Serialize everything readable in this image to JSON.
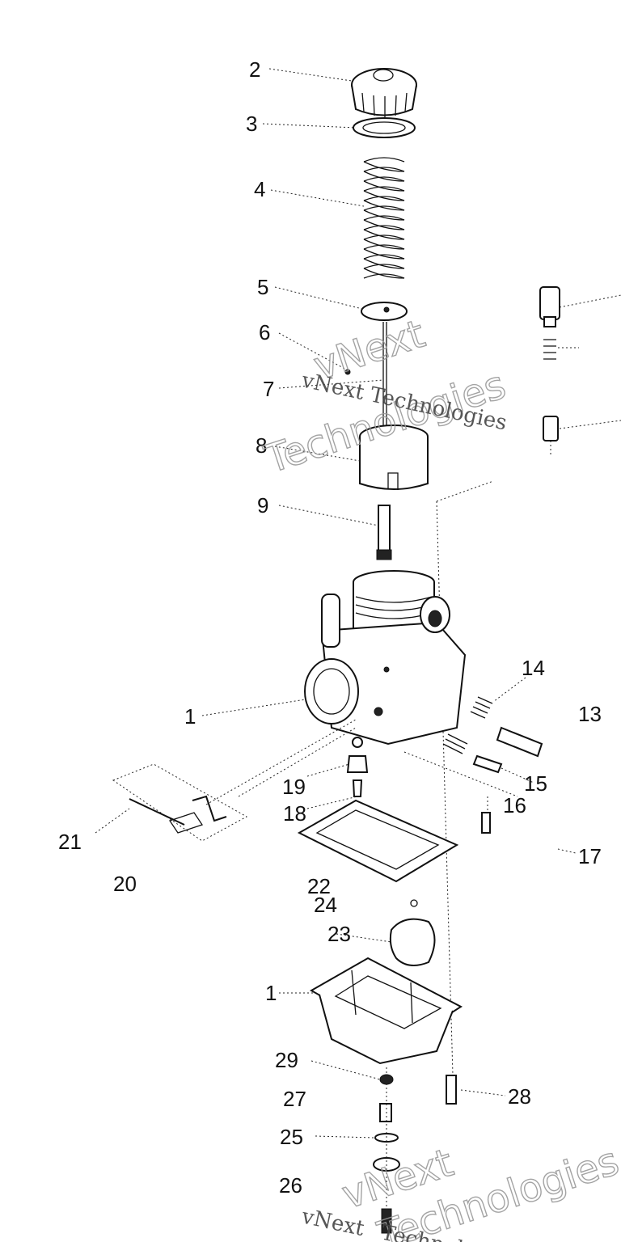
{
  "diagram": {
    "callouts": {
      "c1a": "1",
      "c1b": "1",
      "c2": "2",
      "c3": "3",
      "c4": "4",
      "c5": "5",
      "c6": "6",
      "c7": "7",
      "c8": "8",
      "c9": "9",
      "c13": "13",
      "c14": "14",
      "c15": "15",
      "c16": "16",
      "c17": "17",
      "c18": "18",
      "c19": "19",
      "c20": "20",
      "c21": "21",
      "c22": "22",
      "c23": "23",
      "c24": "24",
      "c25": "25",
      "c26": "26",
      "c27": "27",
      "c28": "28",
      "c29": "29"
    }
  },
  "watermark": {
    "upper_serif": "vNext Technologies",
    "upper_outline_1": "vNext",
    "upper_outline_2": "Technologies",
    "lower_serif_1": "vNext",
    "lower_serif_2": "Technologies",
    "lower_outline_1": "vNext",
    "lower_outline_2": "Technologies"
  }
}
